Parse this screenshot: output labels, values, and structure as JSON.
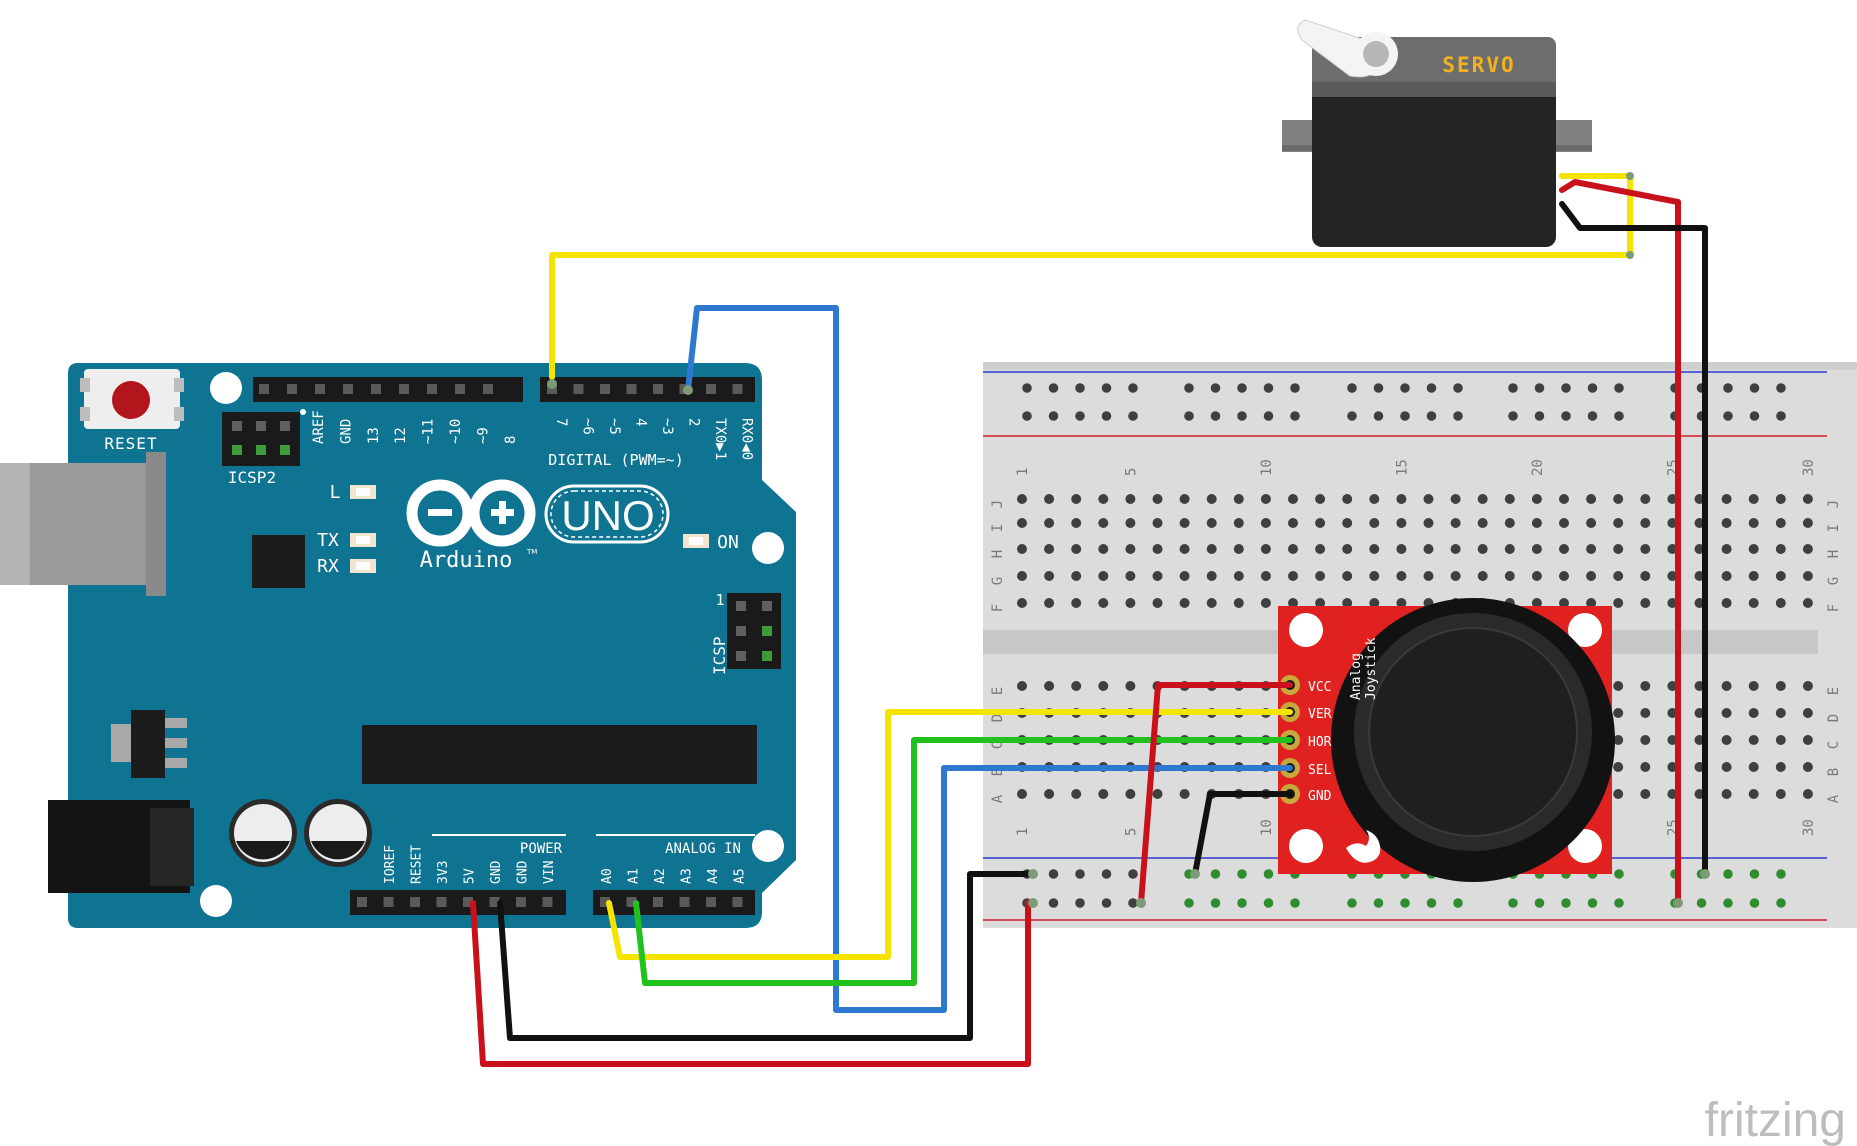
{
  "arduino": {
    "reset_label": "RESET",
    "icsp2_label": "ICSP2",
    "icsp_label": "ICSP",
    "icsp_pin1": "1",
    "top_header_left": [
      "AREF",
      "GND",
      "13",
      "12",
      "~11",
      "~10",
      "~9",
      "8"
    ],
    "top_header_right": [
      "7",
      "~6",
      "~5",
      "4",
      "~3",
      "2",
      "TX0▶1",
      "RX0◀0"
    ],
    "digital_label": "DIGITAL (PWM=~)",
    "led_l": "L",
    "led_tx": "TX",
    "led_rx": "RX",
    "led_on": "ON",
    "logo_uno": "UNO",
    "logo_arduino": "Arduino",
    "logo_tm": "TM",
    "power_label": "POWER",
    "power_pins": [
      "IOREF",
      "RESET",
      "3V3",
      "5V",
      "GND",
      "GND",
      "VIN"
    ],
    "analog_label": "ANALOG IN",
    "analog_pins": [
      "A0",
      "A1",
      "A2",
      "A3",
      "A4",
      "A5"
    ],
    "colors": {
      "board": "#0f7491",
      "header": "#1a1a1a"
    }
  },
  "servo": {
    "label": "SERVO",
    "colors": {
      "body": "#262626",
      "top": "#6b6b6b",
      "label": "#f2b21e"
    }
  },
  "breadboard": {
    "column_numbers": [
      "1",
      "5",
      "10",
      "15",
      "20",
      "25",
      "30"
    ],
    "row_letters_top": [
      "J",
      "I",
      "H",
      "G",
      "F"
    ],
    "row_letters_bottom": [
      "E",
      "D",
      "C",
      "B",
      "A"
    ]
  },
  "joystick": {
    "title_line1": "Analog",
    "title_line2": "Joystick",
    "pins": [
      "VCC",
      "VER",
      "HOR",
      "SEL",
      "GND"
    ],
    "colors": {
      "board": "#e0211f"
    }
  },
  "wires": {
    "colors": {
      "yellow": "#f5e400",
      "blue": "#2f78d0",
      "green": "#22c21e",
      "red": "#c8111a",
      "black": "#111111"
    }
  },
  "watermark": "fritzing"
}
